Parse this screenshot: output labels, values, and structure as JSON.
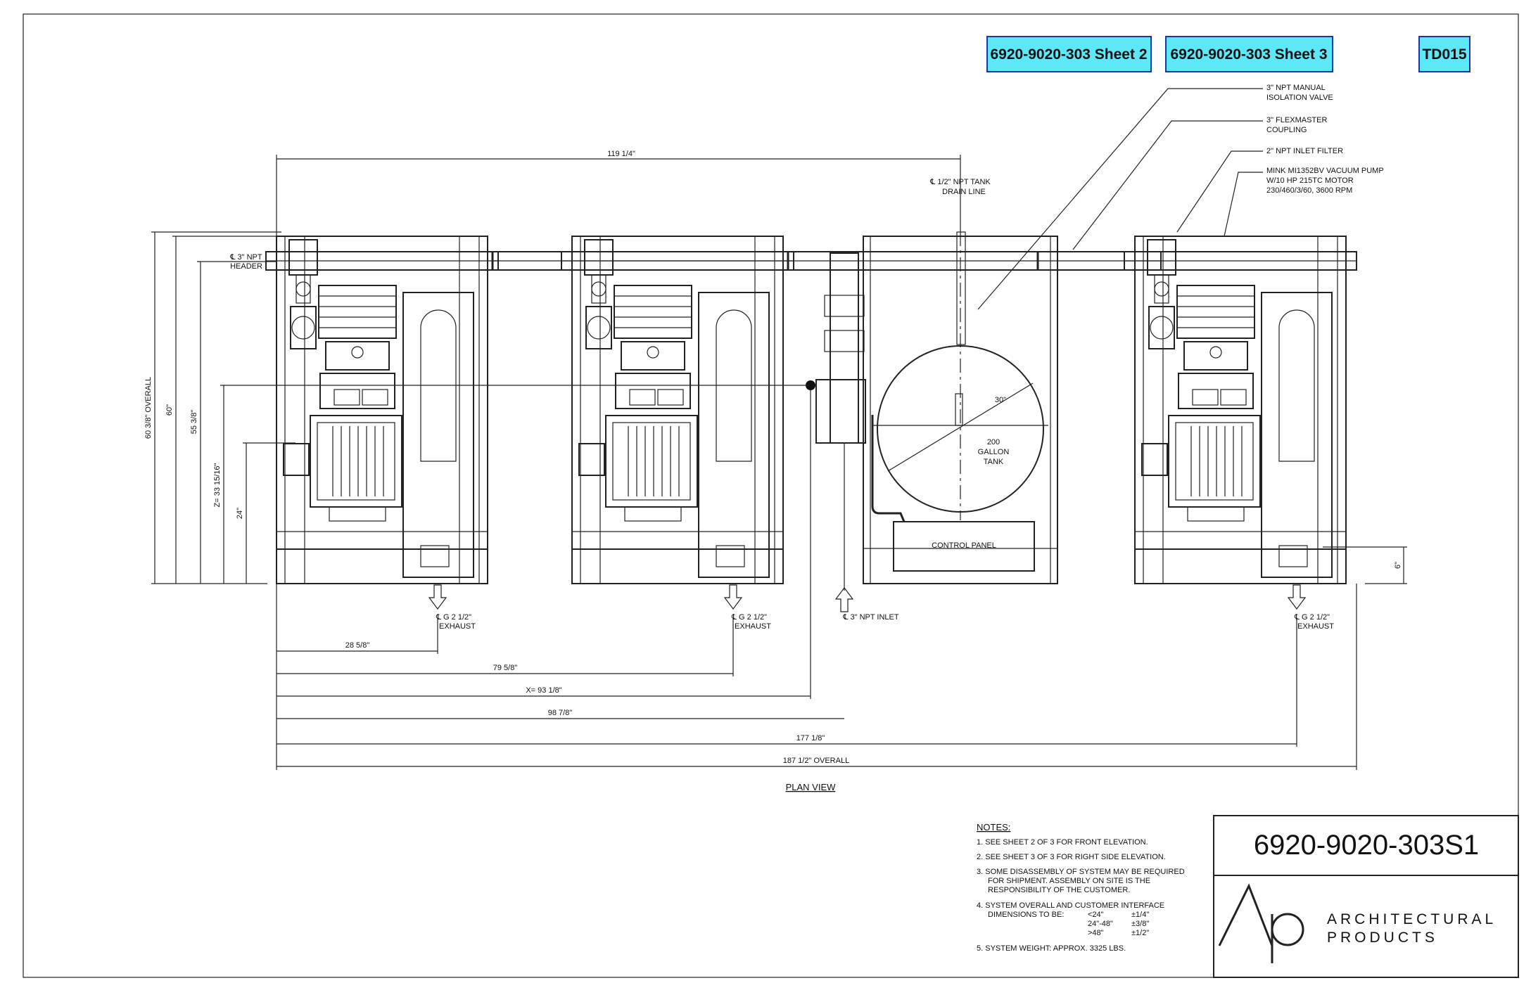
{
  "links": {
    "sheet2": "6920-9020-303 Sheet 2",
    "sheet3": "6920-9020-303 Sheet 3",
    "td": "TD015"
  },
  "colors": {
    "link_fill": "#5ce8f7",
    "link_border": "#2233aa",
    "line": "#222222"
  },
  "callouts": {
    "valve": [
      "3\" NPT MANUAL",
      "ISOLATION VALVE"
    ],
    "coupling": [
      "3\" FLEXMASTER",
      "COUPLING"
    ],
    "filter": [
      "2\" NPT INLET FILTER"
    ],
    "pump": [
      "MINK MI1352BV VACUUM PUMP",
      "W/10 HP 215TC MOTOR",
      "230/460/3/60, 3600 RPM"
    ]
  },
  "labels": {
    "drain": [
      "℄ 1/2\" NPT TANK",
      "DRAIN LINE"
    ],
    "header": [
      "℄ 3\" NPT",
      "HEADER"
    ],
    "tank_dia": "30\"",
    "tank": [
      "200",
      "GALLON",
      "TANK"
    ],
    "control_panel": "CONTROL PANEL",
    "exhaust1": [
      "℄ G 2 1/2\"",
      "EXHAUST"
    ],
    "exhaust2": [
      "℄ G 2 1/2\"",
      "EXHAUST"
    ],
    "exhaust3": [
      "℄ G 2 1/2\"",
      "EXHAUST"
    ],
    "inlet": "℄ 3\" NPT INLET",
    "view_title": "PLAN VIEW"
  },
  "dims": {
    "top": "119 1/4\"",
    "h1": "28 5/8\"",
    "h2": "79 5/8\"",
    "h3": "X= 93 1/8\"",
    "h4": "98 7/8\"",
    "h5": "177 1/8\"",
    "h6": "187 1/2\"  OVERALL",
    "v1": "60 3/8\"  OVERALL",
    "v2": "60\"",
    "v3": "55 3/8\"",
    "v4": "Z= 33 15/16\"",
    "v5": "24\"",
    "v6": "6\""
  },
  "notes": {
    "heading": "NOTES:",
    "n1": "1.  SEE SHEET 2 OF 3 FOR FRONT ELEVATION.",
    "n2": "2.  SEE SHEET 3 OF 3 FOR RIGHT SIDE ELEVATION.",
    "n3": [
      "3.  SOME DISASSEMBLY OF SYSTEM MAY BE REQUIRED",
      "FOR SHIPMENT.  ASSEMBLY ON SITE IS THE",
      "RESPONSIBILITY OF THE CUSTOMER."
    ],
    "n4": [
      "4.  SYSTEM OVERALL AND CUSTOMER INTERFACE",
      "DIMENSIONS TO BE:"
    ],
    "tol": [
      {
        "range": "<24\"",
        "tol": "±1/4\""
      },
      {
        "range": "24\"-48\"",
        "tol": "±3/8\""
      },
      {
        "range": ">48\"",
        "tol": "±1/2\""
      }
    ],
    "n5": "5.  SYSTEM WEIGHT: APPROX. 3325 LBS."
  },
  "title_block": {
    "drawing_no": "6920-9020-303S1",
    "company_line1": "ARCHITECTURAL",
    "company_line2": "PRODUCTS"
  }
}
